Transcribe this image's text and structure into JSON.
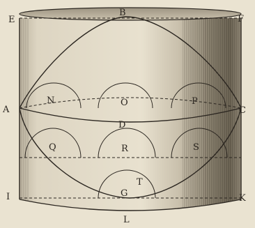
{
  "figure": {
    "labels": {
      "E": "E",
      "B": "B",
      "F": "F",
      "A": "A",
      "C": "C",
      "N": "N",
      "O": "O",
      "P": "P",
      "D": "D",
      "Q": "Q",
      "R": "R",
      "S": "S",
      "T": "T",
      "G": "G",
      "I": "I",
      "K": "K",
      "L": "L"
    }
  }
}
